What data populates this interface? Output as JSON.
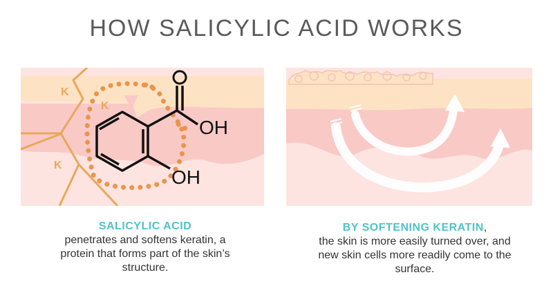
{
  "title": "HOW SALICYLIC ACID WORKS",
  "left_panel": {
    "keratin_labels": [
      "K",
      "K",
      "K"
    ],
    "molecule": {
      "top_atom": "O",
      "acid_group": "OH",
      "hydroxyl_group": "OH"
    },
    "caption_lead": "SALICYLIC ACID",
    "caption_lines": [
      "penetrates and softens keratin, a",
      "protein that forms part of the skin’s",
      "structure."
    ]
  },
  "right_panel": {
    "caption_lead": "BY SOFTENING KERATIN",
    "caption_lead_suffix": ",",
    "caption_lines": [
      "the skin is more easily turned over, and",
      "new skin cells more readily come to the",
      "surface."
    ]
  },
  "colors": {
    "top_layer": "#fde3c4",
    "middle_layer": "#f9c9c6",
    "bottom_layer": "#fde4e0",
    "keratin_line": "#e8a85a",
    "dots": "#e8954e",
    "molecule_line": "#111111",
    "accent_text": "#4fc3c8",
    "body_text": "#333333",
    "title_text": "#5a5a5a"
  }
}
